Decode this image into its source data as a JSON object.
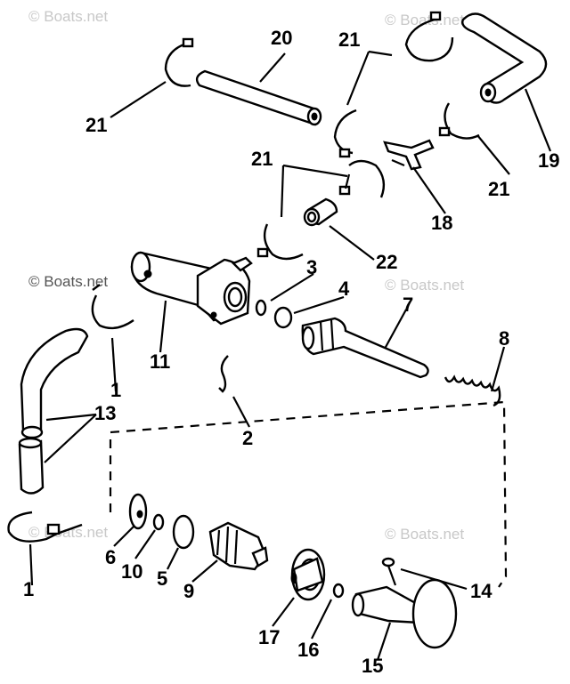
{
  "watermarks": [
    "© Boats.net",
    "© Boats.net",
    "© Boats.net",
    "© Boats.net",
    "© Boats.net",
    "© Boats.net"
  ],
  "callouts": {
    "c1a": "1",
    "c1b": "1",
    "c2": "2",
    "c3": "3",
    "c4": "4",
    "c5": "5",
    "c6": "6",
    "c7": "7",
    "c8": "8",
    "c9": "9",
    "c10": "10",
    "c11": "11",
    "c13": "13",
    "c14": "14",
    "c15": "15",
    "c16": "16",
    "c17": "17",
    "c18": "18",
    "c19": "19",
    "c20": "20",
    "c21a": "21",
    "c21b": "21",
    "c21c": "21",
    "c21d": "21",
    "c22": "22"
  }
}
